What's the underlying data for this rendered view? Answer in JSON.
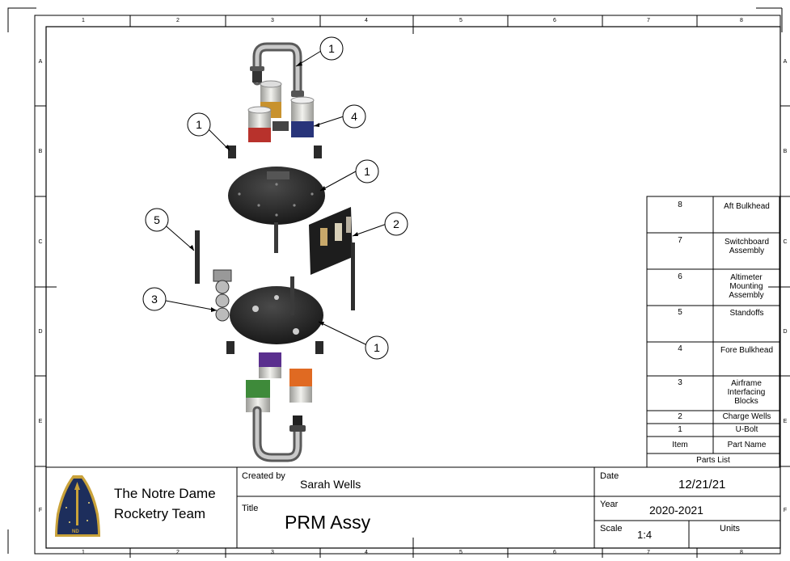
{
  "zones": {
    "columns": [
      "1",
      "2",
      "3",
      "4",
      "5",
      "6",
      "7",
      "8"
    ],
    "rows": [
      "A",
      "B",
      "C",
      "D",
      "E",
      "F"
    ]
  },
  "balloons": [
    {
      "label": "1",
      "part": "U-Bolt"
    },
    {
      "label": "4",
      "part": "Fore Bulkhead"
    },
    {
      "label": "1",
      "part": "U-Bolt"
    },
    {
      "label": "1",
      "part": "U-Bolt"
    },
    {
      "label": "5",
      "part": "Standoffs"
    },
    {
      "label": "2",
      "part": "Charge Wells"
    },
    {
      "label": "3",
      "part": "Airframe Interfacing Blocks"
    },
    {
      "label": "1",
      "part": "U-Bolt"
    }
  ],
  "parts_list": {
    "title": "Parts List",
    "header": {
      "item": "Item",
      "name": "Part Name"
    },
    "rows": [
      {
        "item": "8",
        "name": "Aft Bulkhead"
      },
      {
        "item": "7",
        "name": "Switchboard Assembly"
      },
      {
        "item": "6",
        "name": "Altimeter Mounting Assembly"
      },
      {
        "item": "5",
        "name": "Standoffs"
      },
      {
        "item": "4",
        "name": "Fore Bulkhead"
      },
      {
        "item": "3",
        "name": "Airframe Interfacing Blocks"
      },
      {
        "item": "2",
        "name": "Charge Wells"
      },
      {
        "item": "1",
        "name": "U-Bolt"
      }
    ]
  },
  "title_block": {
    "team_line1": "The Notre Dame",
    "team_line2": "Rocketry Team",
    "logo_text": "ND",
    "created_by_label": "Created by",
    "created_by": "Sarah Wells",
    "title_label": "Title",
    "title": "PRM Assy",
    "date_label": "Date",
    "date": "12/21/21",
    "year_label": "Year",
    "year": "2020-2021",
    "scale_label": "Scale",
    "scale": "1:4",
    "units_label": "Units",
    "units": ""
  },
  "colors": {
    "logo_navy": "#1d2e5c",
    "logo_gold": "#c9a23a",
    "ring_orange": "#c8922e",
    "ring_red": "#b8322c",
    "ring_blue": "#28347a",
    "ring_purple": "#5a2f8e",
    "ring_green": "#3e8a3a",
    "ring_orange2": "#e06a22",
    "plate": "#262626"
  }
}
